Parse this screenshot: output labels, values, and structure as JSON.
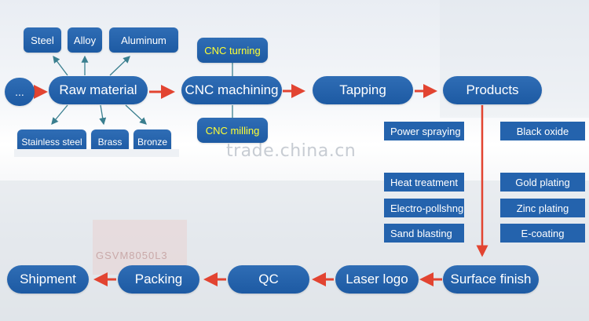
{
  "colors": {
    "node": "#1f5ea8",
    "arrow_red": "#e24431",
    "arrow_teal": "#3a7f8f",
    "accent_text": "#ffff33"
  },
  "nodes": {
    "ellipsis": "...",
    "raw_material": "Raw material",
    "cnc_machining": "CNC machining",
    "tapping": "Tapping",
    "products": "Products",
    "surface_finish": "Surface finish",
    "laser_logo": "Laser logo",
    "qc": "QC",
    "packing": "Packing",
    "shipment": "Shipment"
  },
  "materials": {
    "top": [
      "Steel",
      "Alloy",
      "Aluminum"
    ],
    "bottom": [
      "Stainless steel",
      "Brass",
      "Bronze"
    ]
  },
  "cnc_options": {
    "turning": "CNC turning",
    "milling": "CNC milling"
  },
  "finishes": {
    "left": [
      "Power spraying",
      "Heat treatment",
      "Electro-pollshng",
      "Sand blasting"
    ],
    "right": [
      "Black oxide",
      "Gold plating",
      "Zinc plating",
      "E-coating"
    ]
  },
  "watermark": "trade.china.cn",
  "background_label": "GSVM8050L3"
}
